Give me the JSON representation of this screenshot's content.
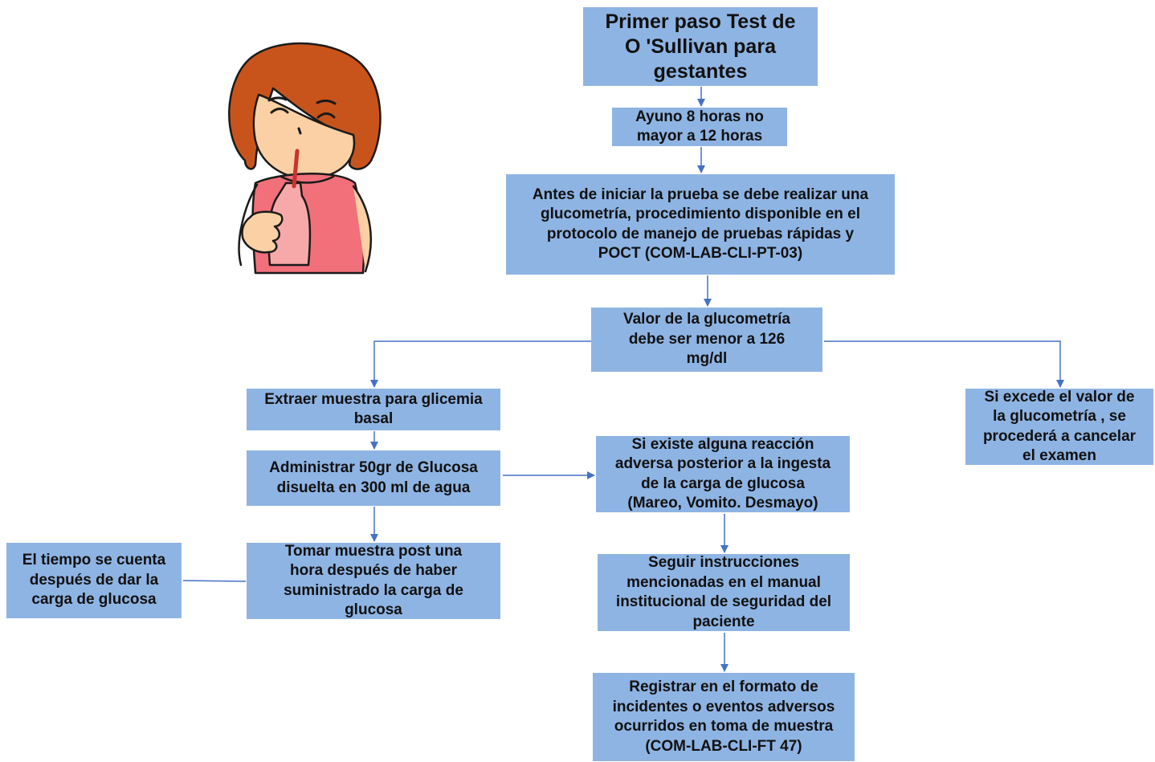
{
  "diagram": {
    "title": "Primer paso Test de\nO 'Sullivan para\ngestantes",
    "steps": {
      "fasting": "Ayuno 8 horas no\nmayor a 12 horas",
      "glucometry": "Antes de iniciar la prueba se debe realizar una\nglucometría, procedimiento disponible en el\nprotocolo de manejo de pruebas rápidas y\nPOCT (COM-LAB-CLI-PT-03)",
      "glucometry_value": "Valor de la glucometría\ndebe ser menor a 126\nmg/dl",
      "basal_sample": "Extraer muestra para glicemia\nbasal",
      "exceeds_value": "Si excede el valor de\nla glucometría , se\nprocederá a  cancelar\nel examen",
      "administer_glucose": "Administrar 50gr de Glucosa\ndisuelta en 300 ml de agua",
      "adverse_reaction": "Si existe alguna reacción\nadversa posterior a la ingesta\nde la carga de glucosa\n(Mareo, Vomito. Desmayo)",
      "post_sample": "Tomar muestra post  una\nhora después de haber\nsuministrado la  carga de\nglucosa",
      "time_note": "El tiempo se cuenta\ndespués de dar la\ncarga de glucosa",
      "safety_manual": "Seguir instrucciones\nmencionadas en el manual\ninstitucional de seguridad del\npaciente",
      "register_incident": "Registrar en el formato de\nincidentes o eventos adversos\nocurridos en toma de muestra\n(COM-LAB-CLI-FT 47)"
    }
  },
  "colors": {
    "box_fill": "#8eb4e3",
    "arrow": "#4472c4",
    "text": "#111111"
  },
  "illustration": "girl-drinking-from-bottle-icon"
}
